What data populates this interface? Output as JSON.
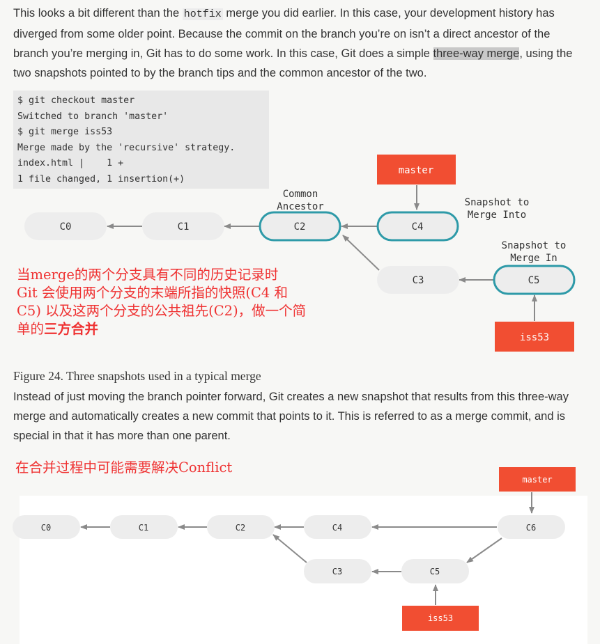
{
  "intro": {
    "t1": "This looks a bit different than the ",
    "code": "hotfix",
    "t2": " merge you did earlier. In this case, your development history has diverged from some older point. Because the commit on the branch you’re on isn’t a direct ancestor of the branch you’re merging in, Git has to do some work. In this case, Git does a simple ",
    "highlight": "three-way merge",
    "t3": ", using the two snapshots pointed to by the branch tips and the common ancestor of the two."
  },
  "code_lines": [
    "$ git checkout master",
    "Switched to branch 'master'",
    "$ git merge iss53",
    "Merge made by the 'recursive' strategy.",
    "index.html |    1 +",
    "1 file changed, 1 insertion(+)"
  ],
  "diagram1": {
    "nodes": [
      "C0",
      "C1",
      "C2",
      "C4",
      "C3",
      "C5"
    ],
    "master_label": "master",
    "iss53_label": "iss53",
    "common_ancestor": [
      "Common",
      "Ancestor"
    ],
    "snapshot_into": [
      "Snapshot to",
      "Merge Into"
    ],
    "snapshot_in": [
      "Snapshot to",
      "Merge In"
    ]
  },
  "note": {
    "line1": "当merge的两个分支具有不同的历史记录时",
    "line2": "Git 会使用两个分支的末端所指的快照(C4 和",
    "line3": "C5) 以及这两个分支的公共祖先(C2)，做一个简",
    "line4a": "单的",
    "line4b": "三方合并"
  },
  "caption": "Figure 24. Three snapshots used in a typical merge",
  "outro": "Instead of just moving the branch pointer forward, Git creates a new snapshot that results from this three-way merge and automatically creates a new commit that points to it. This is referred to as a merge commit, and is special in that it has more than one parent.",
  "conflict_note": "在合并过程中可能需要解决Conflict",
  "diagram2": {
    "nodes": [
      "C0",
      "C1",
      "C2",
      "C4",
      "C6",
      "C3",
      "C5"
    ],
    "master_label": "master",
    "iss53_label": "iss53"
  },
  "colors": {
    "branch_label": "#f14e32",
    "node_fill": "#ededed",
    "highlight_border": "#2e9aa8",
    "arrow": "#8a8a8a",
    "note_text": "#ef3232"
  }
}
